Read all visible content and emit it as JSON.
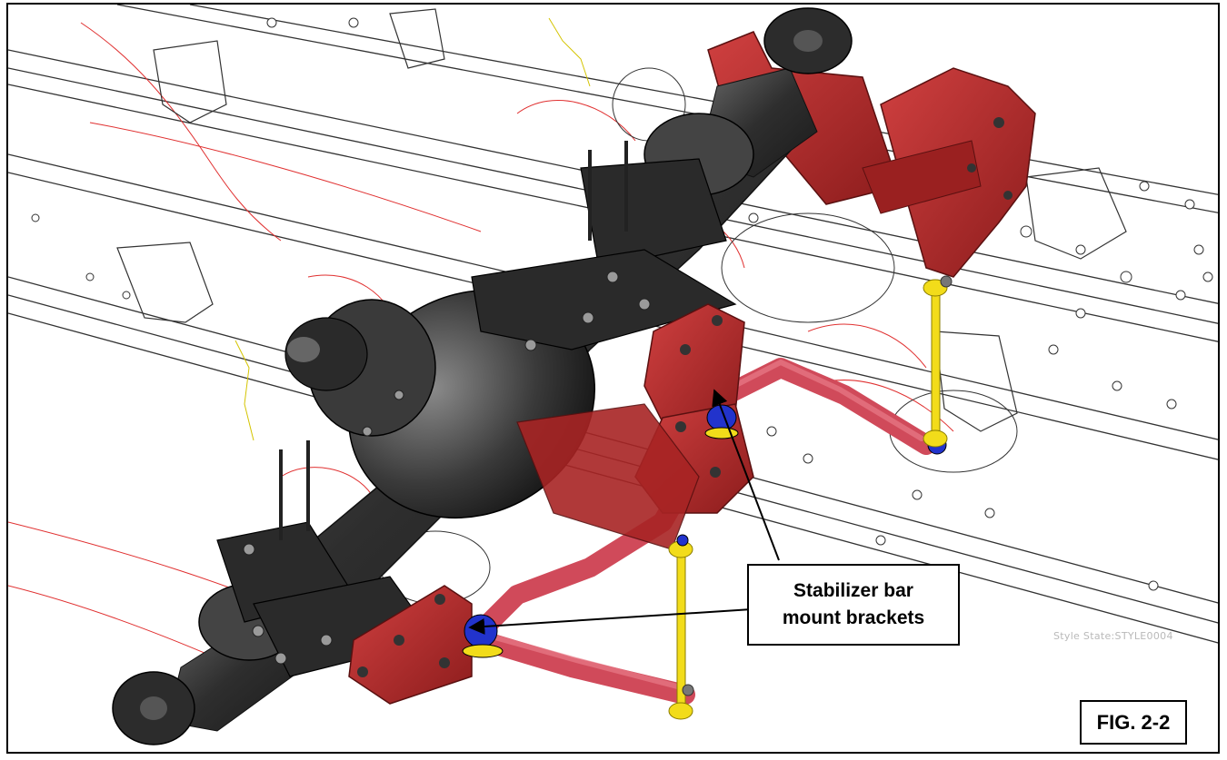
{
  "callout": {
    "lines": [
      "Stabilizer bar",
      "mount brackets"
    ]
  },
  "style_state_text": "Style State:STYLE0004",
  "figure_label": "FIG. 2-2",
  "colors": {
    "frame_outline": "#333333",
    "red_outline": "#e03030",
    "yellow_outline": "#d4c400",
    "bracket_red": "#b52a2a",
    "stabilizer_bar": "#d04a5a",
    "link_yellow": "#f2dc1a",
    "bushing_blue": "#2233cc",
    "axle_dark": "#3a3a3a"
  },
  "icons": [
    "arrow-pointer-icon"
  ]
}
